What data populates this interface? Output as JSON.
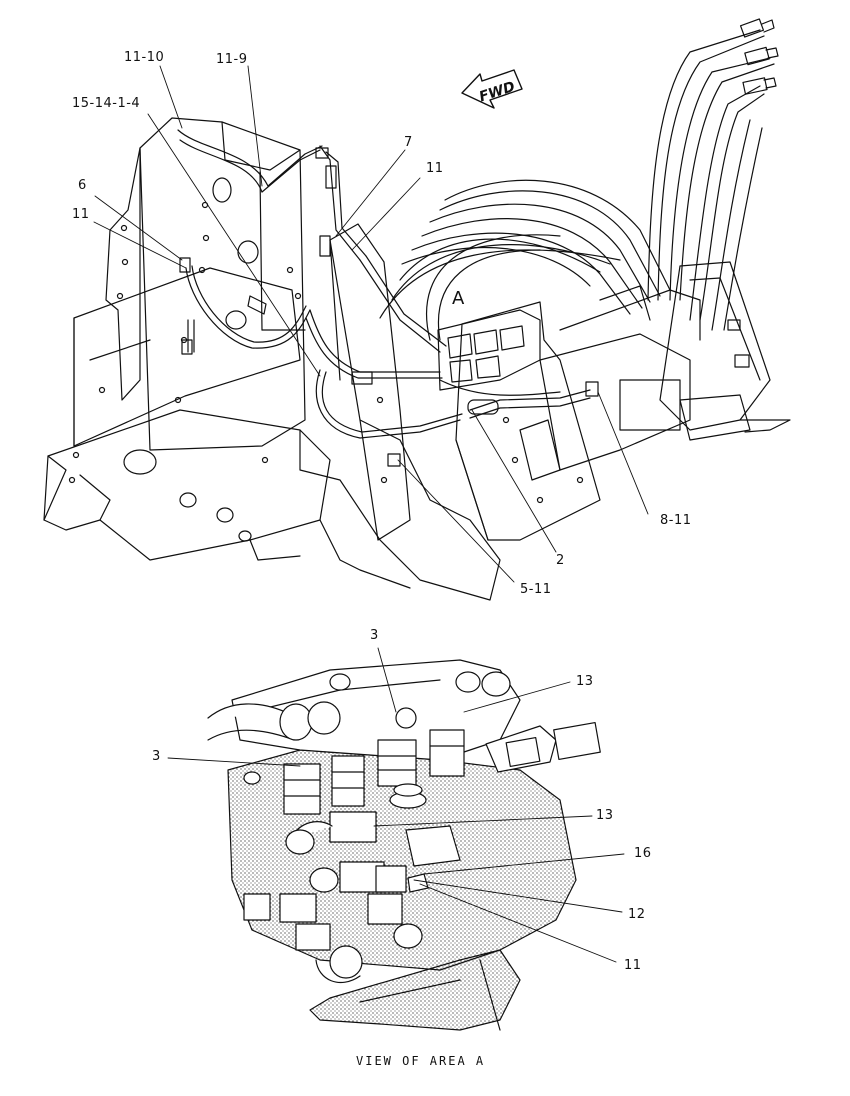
{
  "diagram": {
    "direction_label": "FWD",
    "area_label": "A",
    "caption": "VIEW  OF  AREA  A",
    "colors": {
      "ink": "#111111",
      "background": "#ffffff"
    },
    "callouts_main": [
      {
        "id": "c-11-10",
        "text": "11-10"
      },
      {
        "id": "c-11-9",
        "text": "11-9"
      },
      {
        "id": "c-15-14-1-4",
        "text": "15-14-1-4"
      },
      {
        "id": "c-6",
        "text": "6"
      },
      {
        "id": "c-11a",
        "text": "11"
      },
      {
        "id": "c-7",
        "text": "7"
      },
      {
        "id": "c-11b",
        "text": "11"
      },
      {
        "id": "c-8-11",
        "text": "8-11"
      },
      {
        "id": "c-2",
        "text": "2"
      },
      {
        "id": "c-5-11",
        "text": "5-11"
      }
    ],
    "callouts_detail": [
      {
        "id": "d-3a",
        "text": "3"
      },
      {
        "id": "d-13a",
        "text": "13"
      },
      {
        "id": "d-3b",
        "text": "3"
      },
      {
        "id": "d-13b",
        "text": "13"
      },
      {
        "id": "d-16",
        "text": "16"
      },
      {
        "id": "d-12",
        "text": "12"
      },
      {
        "id": "d-11",
        "text": "11"
      }
    ]
  }
}
